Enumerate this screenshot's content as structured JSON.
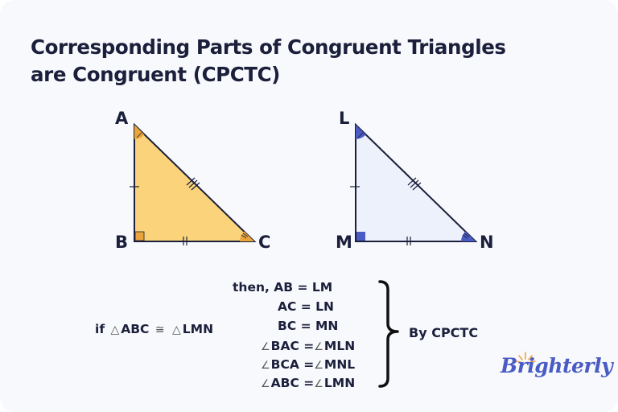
{
  "title": {
    "line1": "Corresponding Parts of Congruent Triangles",
    "line2": "are Congruent (CPCTC)"
  },
  "triangle_abc": {
    "vertices": {
      "top": "A",
      "right_angle": "B",
      "acute": "C"
    },
    "fill": "#fbd37a",
    "angle_marker_fill": "#e9a53c"
  },
  "triangle_lmn": {
    "vertices": {
      "top": "L",
      "right_angle": "M",
      "acute": "N"
    },
    "fill": "#edf1fc",
    "angle_marker_fill": "#4a5bc4"
  },
  "statement": {
    "if_prefix": "if",
    "triangle_symbol": "△",
    "tri1": "ABC",
    "congruent_symbol": "≅",
    "tri2": "LMN"
  },
  "conclusions": [
    {
      "prefix": "then, ",
      "angle": false,
      "left": "AB",
      "right": "LM"
    },
    {
      "prefix": "",
      "angle": false,
      "left": "AC",
      "right": "LN"
    },
    {
      "prefix": "",
      "angle": false,
      "left": "BC",
      "right": "MN"
    },
    {
      "prefix": "",
      "angle": true,
      "left": "BAC",
      "right": "MLN"
    },
    {
      "prefix": "",
      "angle": true,
      "left": "BCA",
      "right": "MNL"
    },
    {
      "prefix": "",
      "angle": true,
      "left": "ABC",
      "right": "LMN"
    }
  ],
  "conclusion_lines": {
    "l0": "then, AB = LM",
    "l1": "AC = LN",
    "l2": "BC = MN",
    "l3_left": "BAC =",
    "l3_right": "MLN",
    "l4_left": "BCA =",
    "l4_right": "MNL",
    "l5_left": "ABC =",
    "l5_right": "LMN",
    "angle_symbol": "∠"
  },
  "reason": "By CPCTC",
  "logo": "Brighterly"
}
